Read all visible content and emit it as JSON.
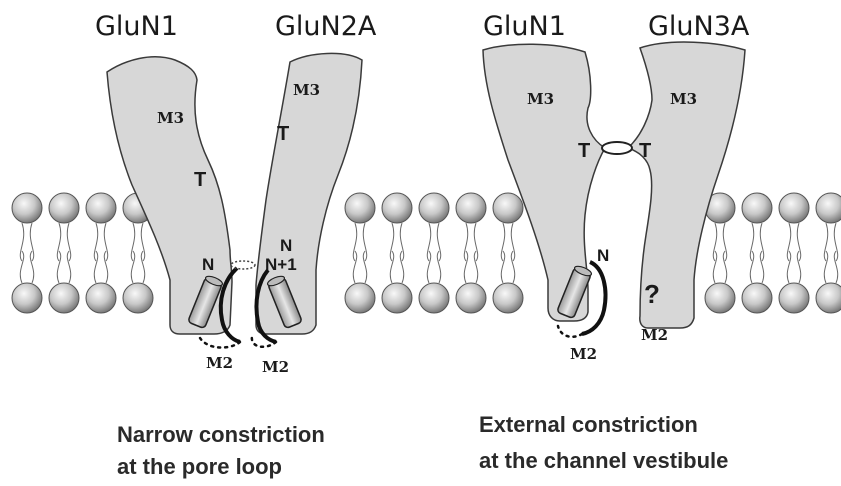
{
  "left_panel": {
    "subunit_a": "GluN1",
    "subunit_b": "GluN2A",
    "m3_a": "M3",
    "m3_b": "M3",
    "t_a": "T",
    "t_b": "T",
    "n_a": "N",
    "n_b": "N",
    "n_plus_1": "N+1",
    "m2_a": "M2",
    "m2_b": "M2",
    "caption_line1": "Narrow constriction",
    "caption_line2": "at the pore loop"
  },
  "right_panel": {
    "subunit_a": "GluN1",
    "subunit_b": "GluN3A",
    "m3_a": "M3",
    "m3_b": "M3",
    "t_a": "T",
    "t_b": "T",
    "n_a": "N",
    "question": "?",
    "m2_a": "M2",
    "m2_b": "M2",
    "caption_line1": "External constriction",
    "caption_line2": "at the channel vestibule"
  },
  "colors": {
    "subunit_fill": "#d7d7d7",
    "outline": "#3a3a3a",
    "lipid_head": "#c4c4c4"
  }
}
